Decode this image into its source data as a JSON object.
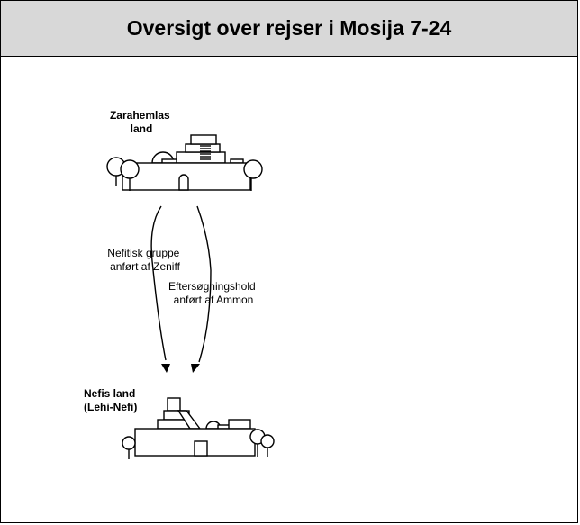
{
  "title": "Oversigt over rejser i Mosija 7-24",
  "places": {
    "zarahemla": [
      "Zarahemlas",
      "land"
    ],
    "nephi": [
      "Nefis land",
      "(Lehi-Nefi)"
    ]
  },
  "routes": {
    "zeniff": [
      "Nefitisk gruppe",
      "anført af Zeniff"
    ],
    "ammon": [
      "Eftersøgningshold",
      "anført af Ammon"
    ]
  }
}
